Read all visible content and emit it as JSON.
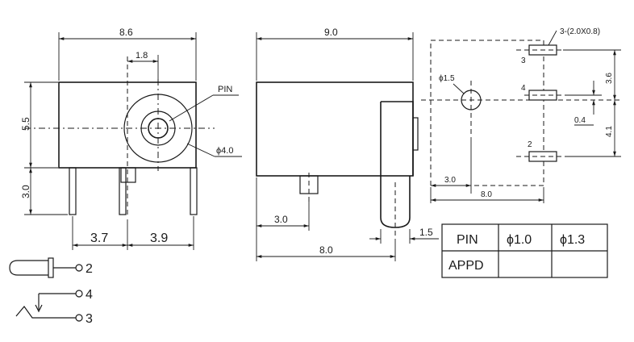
{
  "front_view": {
    "dim_width": "8.6",
    "dim_offset": "1.8",
    "dim_height": "5.5",
    "dim_leg": "3.0",
    "dim_left": "3.7",
    "dim_right": "3.9",
    "label_pin": "PIN",
    "label_hole": "ϕ4.0"
  },
  "side_view": {
    "dim_length": "9.0",
    "dim_pin_offset": "3.0",
    "dim_pin_span": "8.0",
    "dim_thickness": "1.5"
  },
  "footprint": {
    "slot_spec": "3-(2.0X0.8)",
    "hole_label": "ϕ1.5",
    "pin_3": "3",
    "pin_4": "4",
    "pin_2": "2",
    "dim_top": "3.6",
    "dim_small": "0.4",
    "dim_bottom": "4.1",
    "dim_hole_offset": "3.0",
    "dim_span": "8.0"
  },
  "table": {
    "header": [
      "PIN",
      "ϕ1.0",
      "ϕ1.3"
    ],
    "row_label": "APPD",
    "row_values": [
      "",
      ""
    ]
  },
  "schematic": {
    "pin_2": "2",
    "pin_4": "4",
    "pin_3": "3"
  }
}
